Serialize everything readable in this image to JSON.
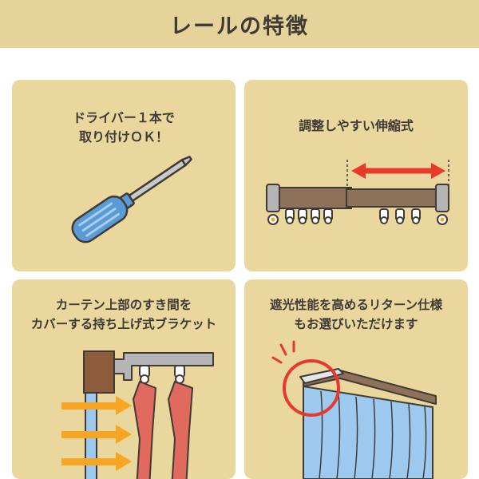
{
  "header": {
    "title": "レールの特徴"
  },
  "features": [
    {
      "line1": "ドライバー１本で",
      "line2": "取り付けＯＫ！"
    },
    {
      "line1": "調整しやすい伸縮式"
    },
    {
      "line1": "カーテン上部のすき間を",
      "line2": "カバーする持ち上げ式ブラケット"
    },
    {
      "line1": "遮光性能を高めるリターン仕様",
      "line2": "もお選びいただけます"
    }
  ],
  "colors": {
    "header_bg": "#e6d39a",
    "card_bg": "#ead79e",
    "text": "#3f3a36",
    "rail_brown": "#8d7158",
    "arrow_red": "#e8392d",
    "arrow_orange": "#f6a623",
    "curtain_blue": "#9ec9ef",
    "screwdriver_blue": "#5b9bd5"
  },
  "icons": [
    "screwdriver-icon",
    "extension-rail-icon",
    "bracket-icon",
    "return-rail-icon"
  ]
}
